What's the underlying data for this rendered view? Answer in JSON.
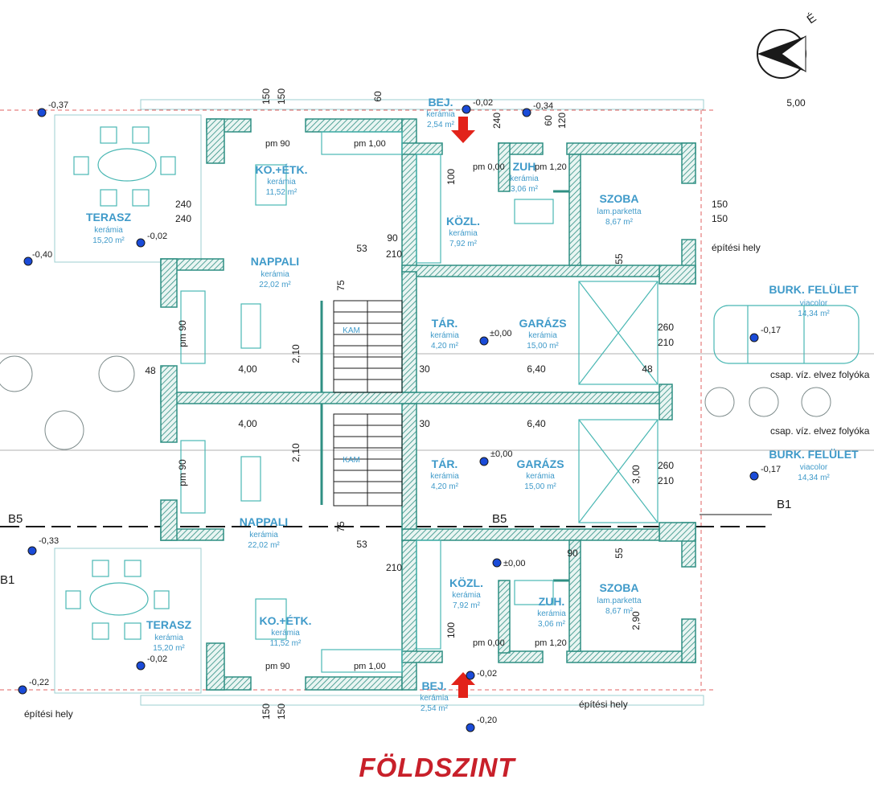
{
  "title": "FÖLDSZINT",
  "colors": {
    "wall": "#2f8f83",
    "accent": "#3f9ac9",
    "arrow": "#e2231a",
    "furniture": "#49b7b3",
    "title": "#c8202a"
  },
  "units": {
    "top": {
      "rooms": [
        {
          "name": "TERASZ",
          "material": "kerámia",
          "area": "15,20 m²"
        },
        {
          "name": "KO.+ÉTK.",
          "material": "kerámia",
          "area": "11,52 m²"
        },
        {
          "name": "NAPPALI",
          "material": "kerámia",
          "area": "22,02 m²"
        },
        {
          "name": "BEJ.",
          "material": "kerámia",
          "area": "2,54 m²"
        },
        {
          "name": "KÖZL.",
          "material": "kerámia",
          "area": "7,92 m²"
        },
        {
          "name": "ZUH",
          "material": "kerámia",
          "area": "3,06 m²"
        },
        {
          "name": "SZOBA",
          "material": "lam.parketta",
          "area": "8,67 m²"
        },
        {
          "name": "TÁR.",
          "material": "kerámia",
          "area": "4,20 m²"
        },
        {
          "name": "GARÁZS",
          "material": "kerámia",
          "area": "15,00 m²"
        },
        {
          "name": "BURK. FELÜLET",
          "material": "viacolor",
          "area": "14,34 m²"
        },
        {
          "name": "KAM",
          "material": "",
          "area": ""
        }
      ],
      "levels": [
        "-0,37",
        "-0,40",
        "-0,02",
        "-0,02",
        "-0,34",
        "±0,00",
        "-0,17",
        "pm 0,00",
        "pm 1,20",
        "pm 1,00",
        "pm 90"
      ]
    },
    "bottom": {
      "rooms": [
        {
          "name": "TERASZ",
          "material": "kerámia",
          "area": "15,20 m²"
        },
        {
          "name": "KO.+ÉTK.",
          "material": "kerámia",
          "area": "11,52 m²"
        },
        {
          "name": "NAPPALI",
          "material": "kerámia",
          "area": "22,02 m²"
        },
        {
          "name": "BEJ.",
          "material": "kerámia",
          "area": "2,54 m²"
        },
        {
          "name": "KÖZL.",
          "material": "kerámia",
          "area": "7,92 m²"
        },
        {
          "name": "ZUH.",
          "material": "kerámia",
          "area": "3,06 m²"
        },
        {
          "name": "SZOBA",
          "material": "lam.parketta",
          "area": "8,67 m²"
        },
        {
          "name": "TÁR.",
          "material": "kerámia",
          "area": "4,20 m²"
        },
        {
          "name": "GARÁZS",
          "material": "kerámia",
          "area": "15,00 m²"
        },
        {
          "name": "BURK. FELÜLET",
          "material": "viacolor",
          "area": "14,34 m²"
        },
        {
          "name": "KAM",
          "material": "",
          "area": ""
        }
      ],
      "levels": [
        "-0,33",
        "-0,22",
        "-0,02",
        "-0,02",
        "-0,20",
        "±0,00",
        "±0,00",
        "-0,17",
        "pm 0,00",
        "pm 1,20",
        "pm 1,00",
        "pm 90"
      ]
    }
  },
  "notes": {
    "build_area": "építési hely",
    "gutter": "csap. víz. elvez folyóka",
    "section_b1": "B1",
    "section_b5": "B5",
    "dim_500": "5,00",
    "north": "É"
  },
  "dimensions": [
    "150",
    "150",
    "60",
    "240",
    "120",
    "60",
    "150",
    "150",
    "240",
    "240",
    "150",
    "150",
    "4,00",
    "4,00",
    "2,10",
    "2,10",
    "6,40",
    "6,40",
    "260",
    "210",
    "260",
    "210",
    "48",
    "48",
    "30",
    "30",
    "90",
    "90",
    "53",
    "53",
    "75",
    "75",
    "210",
    "210",
    "100",
    "100",
    "55",
    "55",
    "3,00",
    "2,90",
    "pm 90",
    "pm 90"
  ]
}
